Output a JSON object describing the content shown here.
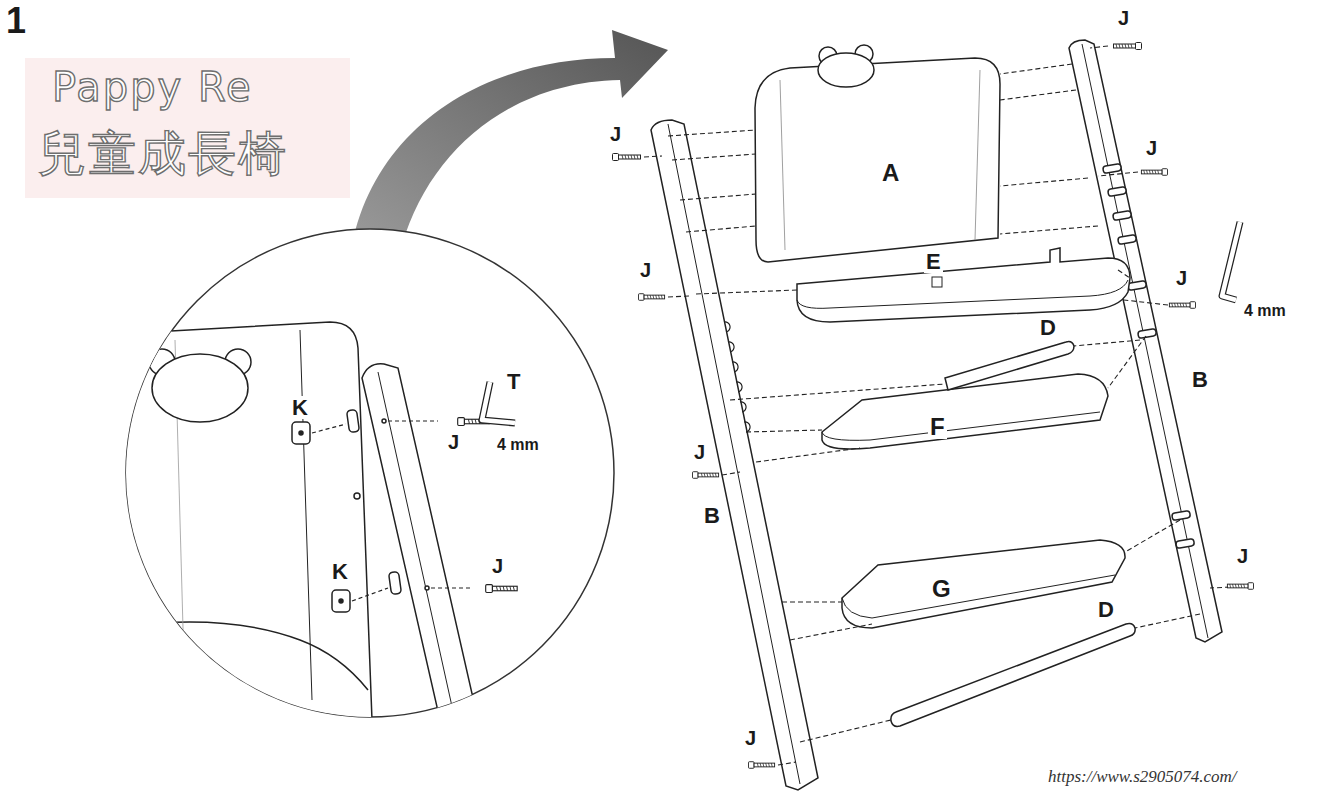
{
  "diagram": {
    "labels": [
      "1",
      "J",
      "Pappy Re",
      "J",
      "兒童成長椅",
      "J",
      "A",
      "J",
      "E",
      "J",
      "4 mm",
      "D",
      "B",
      "T",
      "K",
      "F",
      "J",
      "4 mm",
      "J",
      "B",
      "J",
      "K",
      "J",
      "G",
      "D",
      "J",
      "https://www.s2905074.com/"
    ]
  }
}
